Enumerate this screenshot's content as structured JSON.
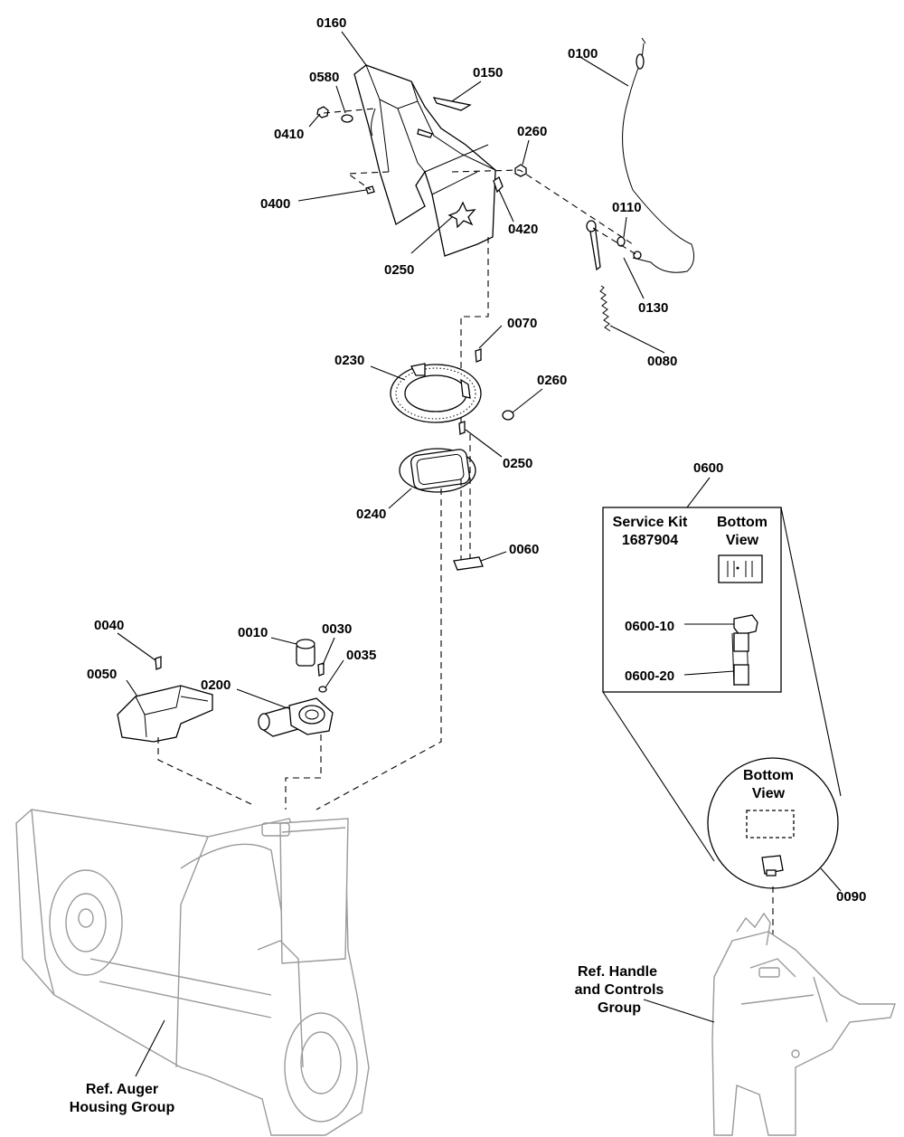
{
  "callouts": {
    "c0160": "0160",
    "c0580": "0580",
    "c0410": "0410",
    "c0150": "0150",
    "c0100": "0100",
    "c0260a": "0260",
    "c0400": "0400",
    "c0420": "0420",
    "c0110": "0110",
    "c0250a": "0250",
    "c0130": "0130",
    "c0070": "0070",
    "c0080": "0080",
    "c0230": "0230",
    "c0260b": "0260",
    "c0250b": "0250",
    "c0240": "0240",
    "c0060": "0060",
    "c0600": "0600",
    "c0040": "0040",
    "c0010": "0010",
    "c0030": "0030",
    "c0035": "0035",
    "c0050": "0050",
    "c0200": "0200",
    "c0600_10": "0600-10",
    "c0600_20": "0600-20",
    "c0090": "0090"
  },
  "service_kit": {
    "title_line1": "Service Kit",
    "title_line2": "1687904",
    "view_line1": "Bottom",
    "view_line2": "View"
  },
  "detail_circle": {
    "view_line1": "Bottom",
    "view_line2": "View"
  },
  "references": {
    "handle_line1": "Ref. Handle",
    "handle_line2": "and Controls",
    "handle_line3": "Group",
    "auger_line1": "Ref. Auger",
    "auger_line2": "Housing Group"
  }
}
